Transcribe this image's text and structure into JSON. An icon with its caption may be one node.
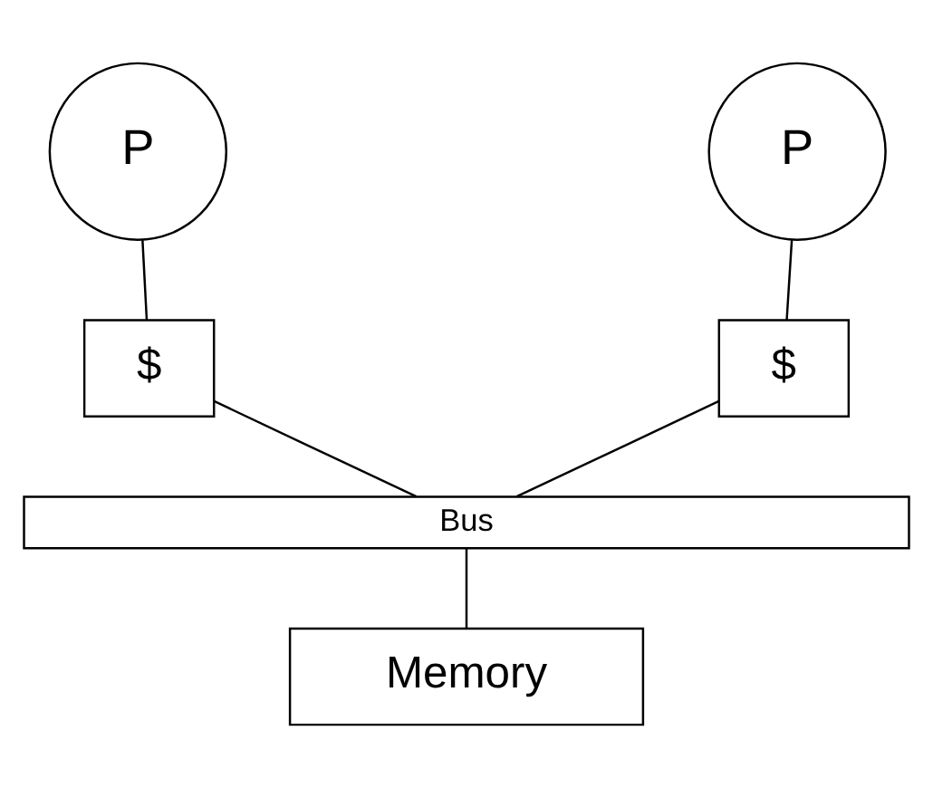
{
  "diagram": {
    "nodes": [
      {
        "text": [
          "P"
        ]
      },
      {
        "text": [
          "P"
        ]
      },
      {
        "text": [
          "$"
        ]
      },
      {
        "text": [
          "$"
        ]
      },
      {
        "text": [
          "Bus"
        ]
      },
      {
        "text": [
          "Memory"
        ]
      }
    ],
    "edges": [
      {
        "from": 0,
        "to": 2,
        "arrow": "none"
      },
      {
        "from": 1,
        "to": 3,
        "arrow": "none"
      },
      {
        "from": 2,
        "to": 4,
        "arrow": "none"
      },
      {
        "from": 3,
        "to": 4,
        "arrow": "none"
      },
      {
        "from": 4,
        "to": 5,
        "arrow": "none"
      }
    ]
  }
}
